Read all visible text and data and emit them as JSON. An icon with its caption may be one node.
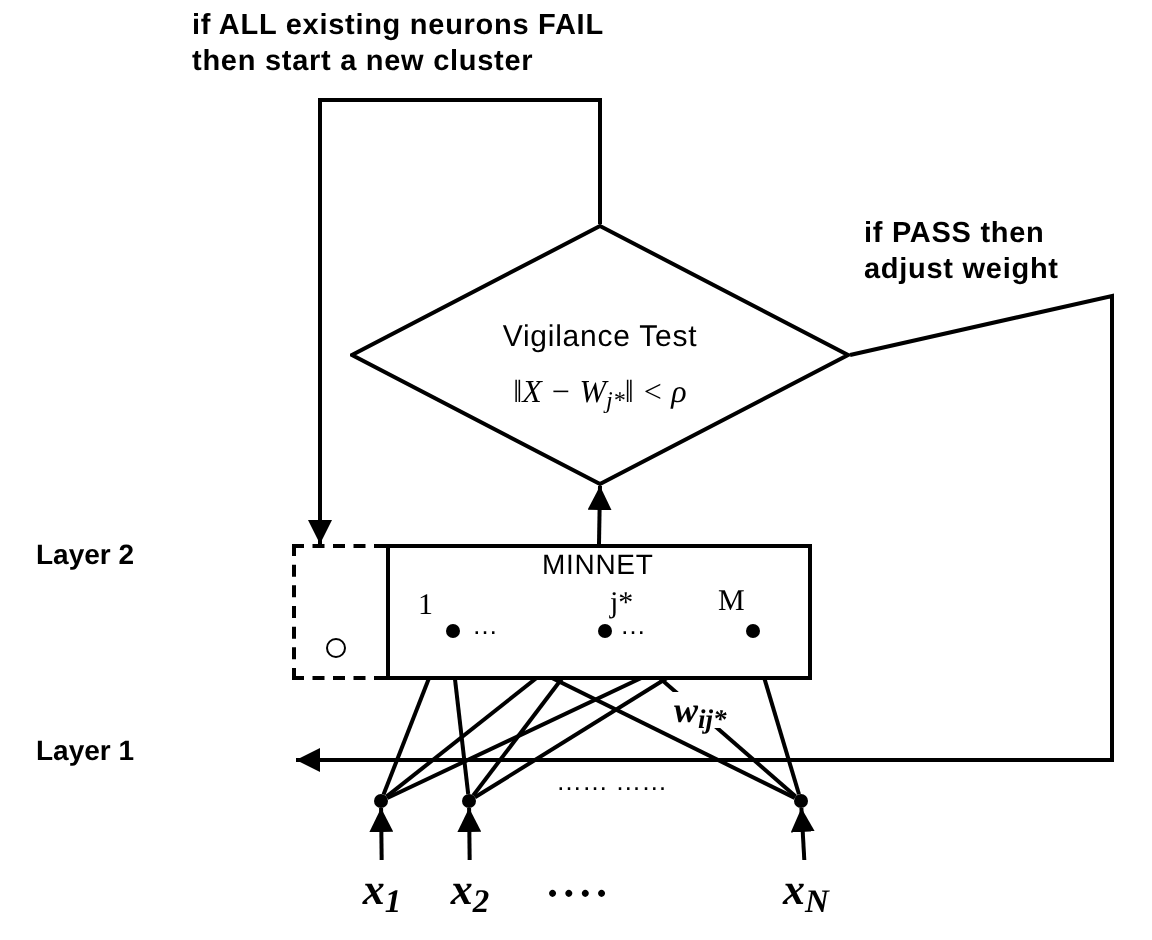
{
  "diagram": {
    "nodes": [
      {
        "text": [
          "Vigilance Test",
          "‖X − W$_{j*}$‖ < ρ"
        ]
      },
      {
        "text": [
          "MINNET"
        ]
      },
      {
        "text": [],
        "shape": "circle",
        "in": 1,
        "beside": [
          "1"
        ]
      },
      {
        "text": [],
        "shape": "circle",
        "in": 1,
        "beside": [
          "j*"
        ]
      },
      {
        "text": [],
        "shape": "circle",
        "in": 1,
        "beside": [
          "M"
        ]
      },
      {
        "text": [],
        "shape": "box"
      },
      {
        "text": [],
        "shape": "circle",
        "in": 5
      },
      {
        "text": [],
        "shape": "circle"
      },
      {
        "text": [],
        "shape": "circle"
      },
      {
        "text": [],
        "shape": "circle"
      },
      {
        "text": [
          "x$_{1}$"
        ]
      },
      {
        "text": [
          "x$_{2}$"
        ]
      },
      {
        "text": [
          "x$_{N}$"
        ]
      }
    ],
    "edges": [
      {
        "from": 1,
        "to": 0,
        "arrow": "to"
      },
      {
        "from": 0,
        "to": 5,
        "arrow": "to",
        "label": "if ALL existing neurons FAIL then start a new cluster"
      },
      {
        "from": 0,
        "to": null,
        "arrow": "to",
        "label": "if PASS then adjust weight"
      },
      {
        "from": 7,
        "to": 2,
        "arrow": "to"
      },
      {
        "from": 7,
        "to": 3,
        "arrow": "to"
      },
      {
        "from": 7,
        "to": 4,
        "arrow": "to"
      },
      {
        "from": 8,
        "to": 2,
        "arrow": "to"
      },
      {
        "from": 8,
        "to": 3,
        "arrow": "to"
      },
      {
        "from": 8,
        "to": 4,
        "arrow": "to"
      },
      {
        "from": 9,
        "to": 2,
        "arrow": "to"
      },
      {
        "from": 9,
        "to": 3,
        "arrow": "to"
      },
      {
        "from": 9,
        "to": 4,
        "arrow": "to"
      },
      {
        "from": 10,
        "to": 7,
        "arrow": "to"
      },
      {
        "from": 11,
        "to": 8,
        "arrow": "to"
      },
      {
        "from": 12,
        "to": 9,
        "arrow": "to"
      }
    ],
    "labels": [
      "Layer 2",
      "Layer 1",
      "…",
      "…",
      "w$_{ij*}$",
      "…… ……",
      "• • • •"
    ]
  }
}
